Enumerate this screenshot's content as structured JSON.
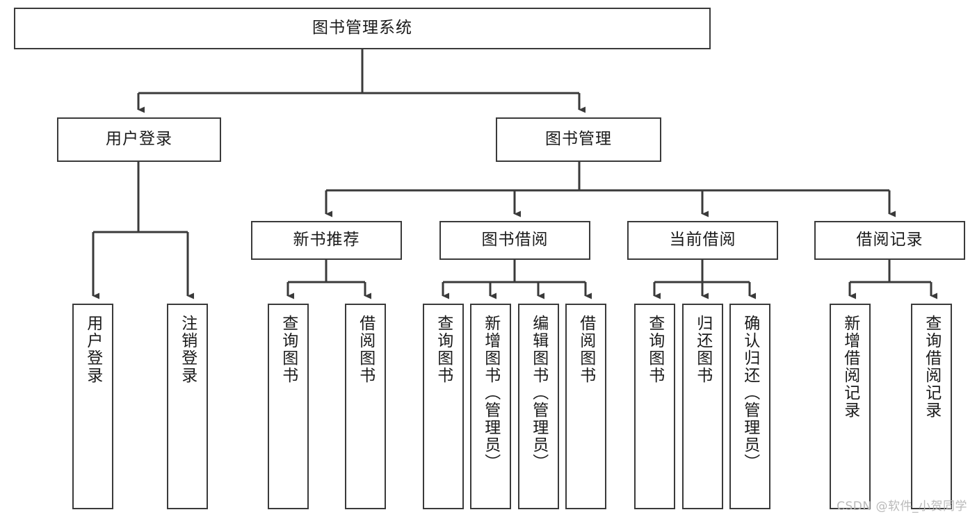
{
  "diagram": {
    "title_node": {
      "label": "图书管理系统"
    },
    "level2": [
      {
        "id": "user-login",
        "label": "用户登录"
      },
      {
        "id": "book-management",
        "label": "图书管理"
      }
    ],
    "level3": [
      {
        "id": "new-book-recommend",
        "label": "新书推荐"
      },
      {
        "id": "book-borrow",
        "label": "图书借阅"
      },
      {
        "id": "current-borrow",
        "label": "当前借阅"
      },
      {
        "id": "borrow-record",
        "label": "借阅记录"
      }
    ],
    "leaves": [
      {
        "id": "leaf-user-login",
        "label": "用户登录",
        "group": "user-login"
      },
      {
        "id": "leaf-user-logout",
        "label": "注销登录",
        "group": "user-login"
      },
      {
        "id": "leaf-query-book-1",
        "label": "查询图书",
        "group": "new-book-recommend"
      },
      {
        "id": "leaf-borrow-book-1",
        "label": "借阅图书",
        "group": "new-book-recommend"
      },
      {
        "id": "leaf-query-book-2",
        "label": "查询图书",
        "group": "book-borrow"
      },
      {
        "id": "leaf-add-book",
        "label": "新增图书（管理员）",
        "group": "book-borrow"
      },
      {
        "id": "leaf-edit-book",
        "label": "编辑图书（管理员）",
        "group": "book-borrow"
      },
      {
        "id": "leaf-borrow-book-2",
        "label": "借阅图书",
        "group": "book-borrow"
      },
      {
        "id": "leaf-query-book-3",
        "label": "查询图书",
        "group": "current-borrow"
      },
      {
        "id": "leaf-return-book",
        "label": "归还图书",
        "group": "current-borrow"
      },
      {
        "id": "leaf-confirm-return",
        "label": "确认归还（管理员）",
        "group": "current-borrow"
      },
      {
        "id": "leaf-add-record",
        "label": "新增借阅记录",
        "group": "borrow-record"
      },
      {
        "id": "leaf-query-record",
        "label": "查询借阅记录",
        "group": "borrow-record"
      }
    ],
    "colors": {
      "stroke": "#3a3a3a",
      "text": "#1a1a1a",
      "background": "#ffffff",
      "watermark": "#b9b9b9"
    }
  },
  "watermark": {
    "text": "CSDN @软件_小贺同学"
  }
}
